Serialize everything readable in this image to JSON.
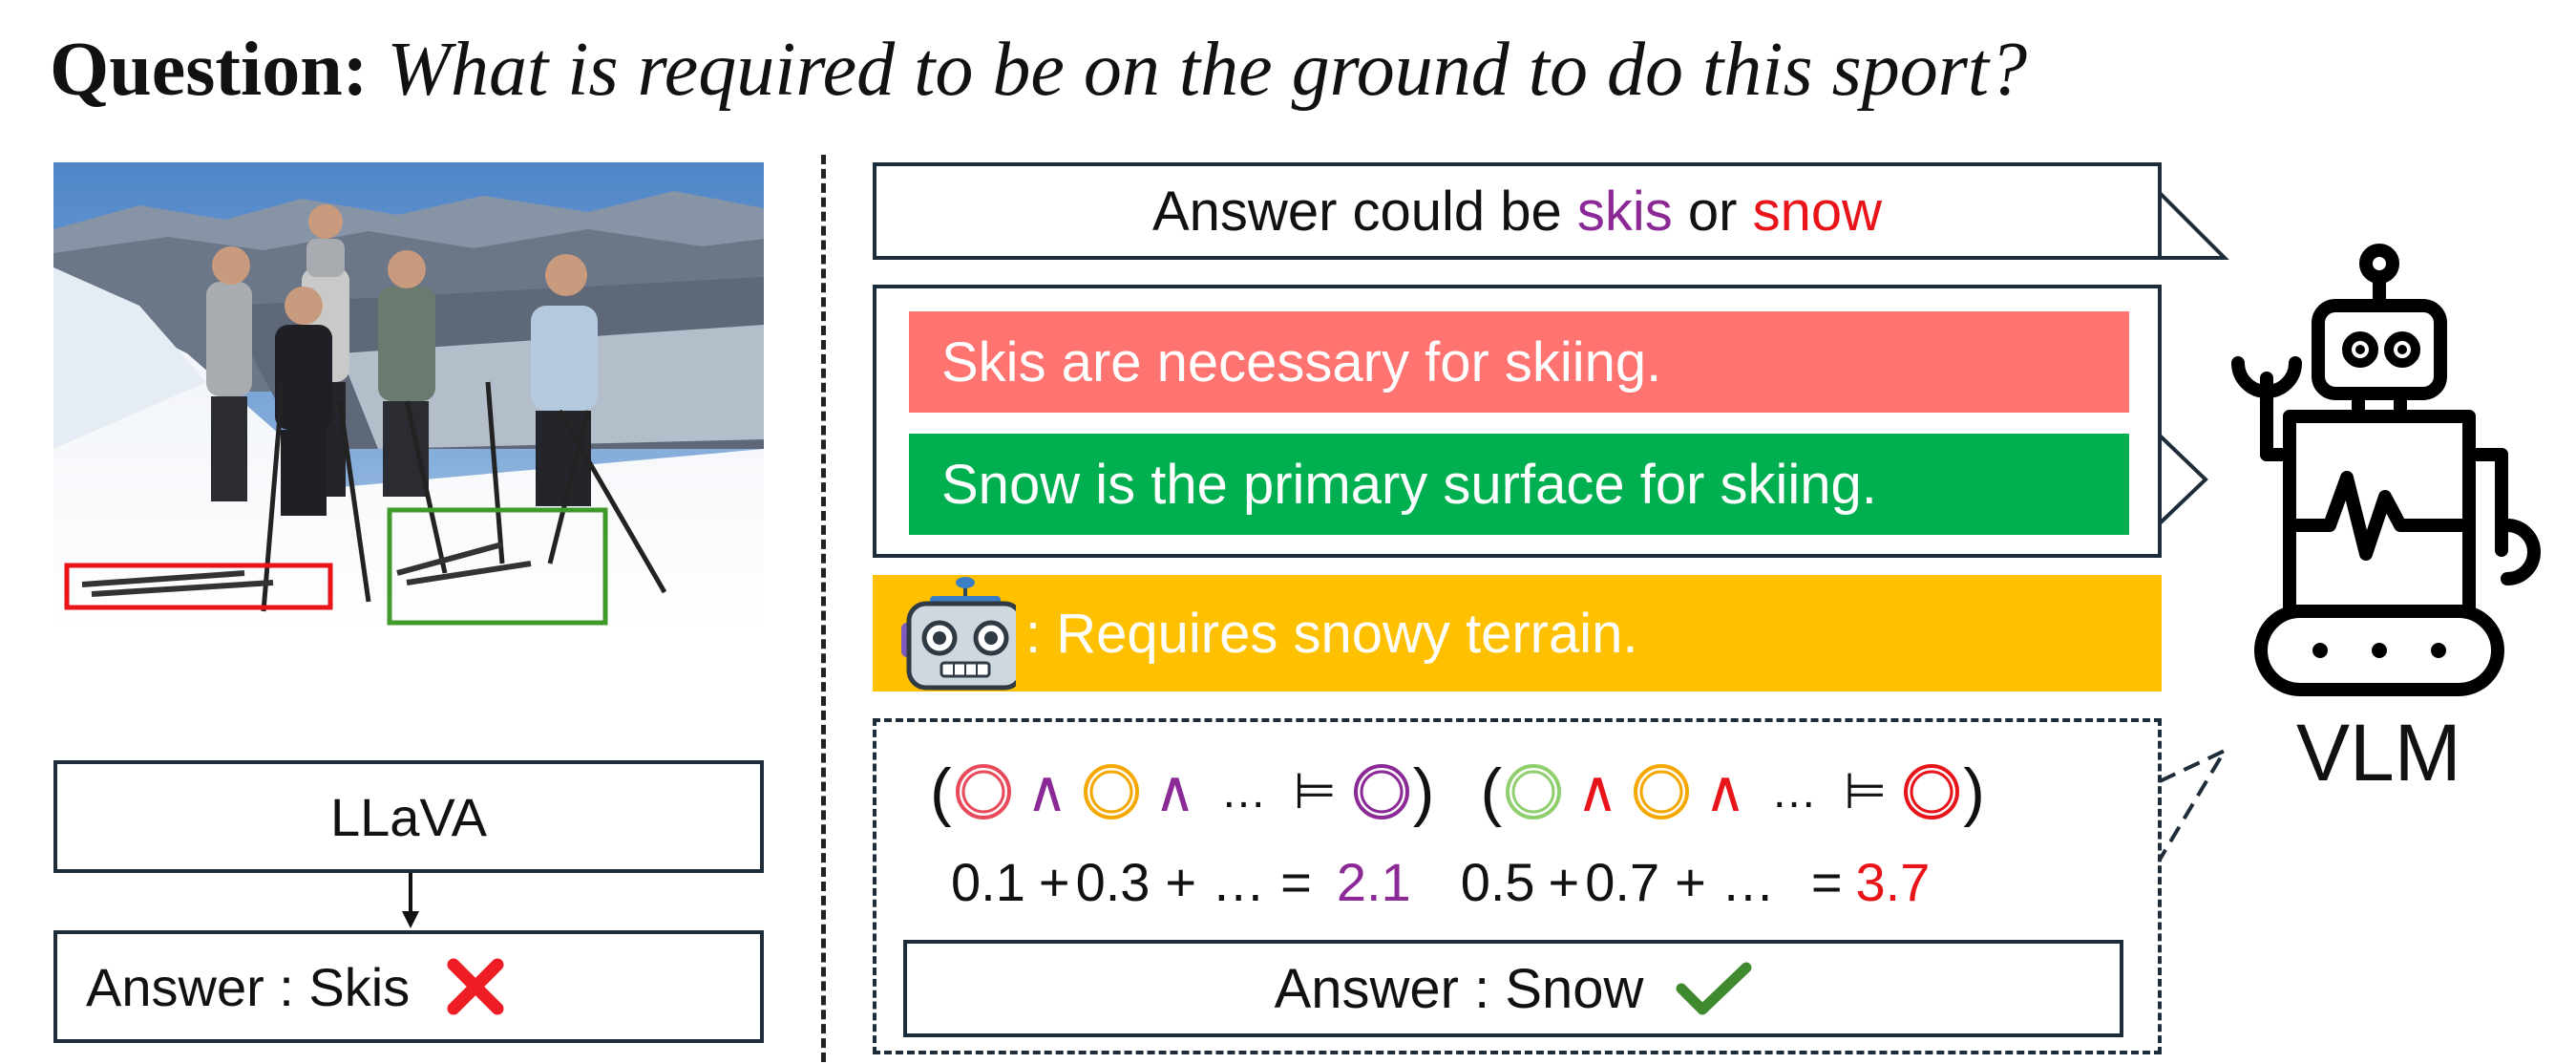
{
  "question": {
    "label": "Question:",
    "text": "What is required to be on the ground to do this sport?"
  },
  "left_panel": {
    "model_label": "LLaVA",
    "answer_text": "Answer : Skis",
    "answer_mark_icon": "cross-icon",
    "answer_mark_color": "#ee1c24"
  },
  "speech": {
    "prefix": "Answer could be ",
    "option1": "skis",
    "middle": " or ",
    "option2": "snow"
  },
  "facts": {
    "fact1": "Skis are necessary for skiing.",
    "fact1_color": "#ff7471",
    "fact2": "Snow is the primary surface for skiing.",
    "fact2_color": "#00b050"
  },
  "robot_answer": {
    "icon": "robot-head-icon",
    "text": ": Requires snowy terrain.",
    "color": "#ffc000"
  },
  "reasoning": {
    "formula1": {
      "and1": "∧",
      "and2": "∧",
      "dots": "…",
      "entails": "⊨"
    },
    "formula2": {
      "and1": "∧",
      "and2": "∧",
      "dots": "…",
      "entails": "⊨"
    },
    "sum1": {
      "a": "0.1",
      "plus1": "+",
      "b": "0.3",
      "plus2": "+",
      "dots": "…",
      "eq": "=",
      "result": "2.1"
    },
    "sum2": {
      "a": "0.5",
      "plus1": "+",
      "b": "0.7",
      "plus2": "+",
      "dots": "…",
      "eq": "=",
      "result": "3.7"
    },
    "final_answer": "Answer : Snow",
    "final_mark_icon": "check-icon",
    "final_mark_color": "#3f8a2f"
  },
  "vlm": {
    "label": "VLM",
    "icon": "robot-icon"
  },
  "colors": {
    "skis": "#8b2a96",
    "snow": "#e8141a",
    "box_border": "#1f2d3a",
    "circle_red": "#e84a5a",
    "circle_orange": "#f5a800",
    "circle_purple": "#8b2a96",
    "circle_green": "#8fcf6e",
    "highlight_red_box": "#e8141a",
    "highlight_green_box": "#3f9a2a"
  }
}
